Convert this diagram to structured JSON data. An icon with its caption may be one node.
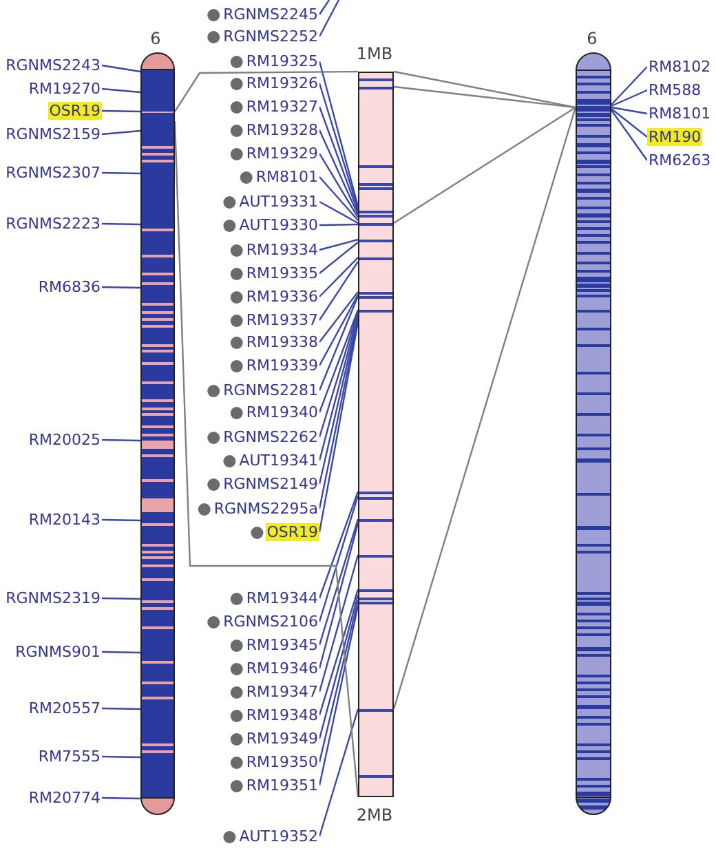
{
  "diagram": {
    "nodes": [
      {
        "text": [],
        "shape": "bar",
        "beside": [
          "6"
        ]
      },
      {
        "text": [
          "RGNMS2243"
        ]
      },
      {
        "text": [
          "RM19270"
        ]
      },
      {
        "text": [
          "OSR19"
        ]
      },
      {
        "text": [
          "RGNMS2159"
        ]
      },
      {
        "text": [
          "RGNMS2307"
        ]
      },
      {
        "text": [
          "RGNMS2223"
        ]
      },
      {
        "text": [
          "RM6836"
        ]
      },
      {
        "text": [
          "RM20025"
        ]
      },
      {
        "text": [
          "RM20143"
        ]
      },
      {
        "text": [
          "RGNMS2319"
        ]
      },
      {
        "text": [
          "RGNMS901"
        ]
      },
      {
        "text": [
          "RM20557"
        ]
      },
      {
        "text": [
          "RM7555"
        ]
      },
      {
        "text": [
          "RM20774"
        ]
      },
      {
        "text": [],
        "shape": "box",
        "beside": [
          "1MB",
          "2MB"
        ]
      },
      {
        "text": [
          "RGNMS2245"
        ]
      },
      {
        "text": [
          "RGNMS2252"
        ]
      },
      {
        "text": [
          "RM19325"
        ]
      },
      {
        "text": [
          "RM19326"
        ]
      },
      {
        "text": [
          "RM19327"
        ]
      },
      {
        "text": [
          "RM19328"
        ]
      },
      {
        "text": [
          "RM19329"
        ]
      },
      {
        "text": [
          "RM8101"
        ]
      },
      {
        "text": [
          "AUT19331"
        ]
      },
      {
        "text": [
          "AUT19330"
        ]
      },
      {
        "text": [
          "RM19334"
        ]
      },
      {
        "text": [
          "RM19335"
        ]
      },
      {
        "text": [
          "RM19336"
        ]
      },
      {
        "text": [
          "RM19337"
        ]
      },
      {
        "text": [
          "RM19338"
        ]
      },
      {
        "text": [
          "RM19339"
        ]
      },
      {
        "text": [
          "RGNMS2281"
        ]
      },
      {
        "text": [
          "RM19340"
        ]
      },
      {
        "text": [
          "RGNMS2262"
        ]
      },
      {
        "text": [
          "AUT19341"
        ]
      },
      {
        "text": [
          "RGNMS2149"
        ]
      },
      {
        "text": [
          "RGNMS2295a"
        ]
      },
      {
        "text": [
          "OSR19"
        ]
      },
      {
        "text": [
          "RM19344"
        ]
      },
      {
        "text": [
          "RGNMS2106"
        ]
      },
      {
        "text": [
          "RM19345"
        ]
      },
      {
        "text": [
          "RM19346"
        ]
      },
      {
        "text": [
          "RM19347"
        ]
      },
      {
        "text": [
          "RM19348"
        ]
      },
      {
        "text": [
          "RM19349"
        ]
      },
      {
        "text": [
          "RM19350"
        ]
      },
      {
        "text": [
          "RM19351"
        ]
      },
      {
        "text": [
          "AUT19352"
        ]
      },
      {
        "text": [],
        "shape": "bar",
        "beside": [
          "6"
        ]
      },
      {
        "text": [
          "RM8102"
        ]
      },
      {
        "text": [
          "RM588"
        ]
      },
      {
        "text": [
          "RM8101"
        ]
      },
      {
        "text": [
          "RM190"
        ]
      },
      {
        "text": [
          "RM6263"
        ]
      }
    ],
    "edges": [
      {
        "from": 1,
        "to": 0,
        "arrow": "none"
      },
      {
        "from": 2,
        "to": 0,
        "arrow": "none"
      },
      {
        "from": 3,
        "to": 0,
        "arrow": "none"
      },
      {
        "from": 4,
        "to": 0,
        "arrow": "none"
      },
      {
        "from": 5,
        "to": 0,
        "arrow": "none"
      },
      {
        "from": 6,
        "to": 0,
        "arrow": "none"
      },
      {
        "from": 7,
        "to": 0,
        "arrow": "none"
      },
      {
        "from": 8,
        "to": 0,
        "arrow": "none"
      },
      {
        "from": 9,
        "to": 0,
        "arrow": "none"
      },
      {
        "from": 10,
        "to": 0,
        "arrow": "none"
      },
      {
        "from": 11,
        "to": 0,
        "arrow": "none"
      },
      {
        "from": 12,
        "to": 0,
        "arrow": "none"
      },
      {
        "from": 13,
        "to": 0,
        "arrow": "none"
      },
      {
        "from": 14,
        "to": 0,
        "arrow": "none"
      },
      {
        "from": 16,
        "to": null,
        "arrow": "none"
      },
      {
        "from": 17,
        "to": null,
        "arrow": "none"
      },
      {
        "from": 18,
        "to": 15,
        "arrow": "none"
      },
      {
        "from": 19,
        "to": 15,
        "arrow": "none"
      },
      {
        "from": 20,
        "to": 15,
        "arrow": "none"
      },
      {
        "from": 21,
        "to": 15,
        "arrow": "none"
      },
      {
        "from": 22,
        "to": 15,
        "arrow": "none"
      },
      {
        "from": 23,
        "to": 15,
        "arrow": "none"
      },
      {
        "from": 24,
        "to": 15,
        "arrow": "none"
      },
      {
        "from": 25,
        "to": 15,
        "arrow": "none"
      },
      {
        "from": 26,
        "to": 15,
        "arrow": "none"
      },
      {
        "from": 27,
        "to": 15,
        "arrow": "none"
      },
      {
        "from": 28,
        "to": 15,
        "arrow": "none"
      },
      {
        "from": 29,
        "to": 15,
        "arrow": "none"
      },
      {
        "from": 30,
        "to": 15,
        "arrow": "none"
      },
      {
        "from": 31,
        "to": 15,
        "arrow": "none"
      },
      {
        "from": 32,
        "to": 15,
        "arrow": "none"
      },
      {
        "from": 33,
        "to": 15,
        "arrow": "none"
      },
      {
        "from": 34,
        "to": 15,
        "arrow": "none"
      },
      {
        "from": 35,
        "to": 15,
        "arrow": "none"
      },
      {
        "from": 36,
        "to": 15,
        "arrow": "none"
      },
      {
        "from": 37,
        "to": 15,
        "arrow": "none"
      },
      {
        "from": 38,
        "to": 15,
        "arrow": "none"
      },
      {
        "from": 39,
        "to": 15,
        "arrow": "none"
      },
      {
        "from": 40,
        "to": 15,
        "arrow": "none"
      },
      {
        "from": 41,
        "to": 15,
        "arrow": "none"
      },
      {
        "from": 42,
        "to": 15,
        "arrow": "none"
      },
      {
        "from": 43,
        "to": 15,
        "arrow": "none"
      },
      {
        "from": 44,
        "to": 15,
        "arrow": "none"
      },
      {
        "from": 45,
        "to": 15,
        "arrow": "none"
      },
      {
        "from": 46,
        "to": 15,
        "arrow": "none"
      },
      {
        "from": 47,
        "to": 15,
        "arrow": "none"
      },
      {
        "from": 48,
        "to": 15,
        "arrow": "none"
      },
      {
        "from": 50,
        "to": 49,
        "arrow": "none"
      },
      {
        "from": 51,
        "to": 49,
        "arrow": "none"
      },
      {
        "from": 52,
        "to": 49,
        "arrow": "none"
      },
      {
        "from": 53,
        "to": 49,
        "arrow": "none"
      },
      {
        "from": 54,
        "to": 49,
        "arrow": "none"
      },
      {
        "from": 0,
        "to": 15,
        "arrow": "none",
        "color": "#808080"
      },
      {
        "from": 0,
        "to": 15,
        "arrow": "none",
        "color": "#808080"
      },
      {
        "from": 49,
        "to": 15,
        "arrow": "none",
        "color": "#808080"
      },
      {
        "from": 49,
        "to": 15,
        "arrow": "none",
        "color": "#808080"
      },
      {
        "from": 49,
        "to": 15,
        "arrow": "none",
        "color": "#808080"
      },
      {
        "from": 49,
        "to": 15,
        "arrow": "none",
        "color": "#808080"
      }
    ]
  }
}
